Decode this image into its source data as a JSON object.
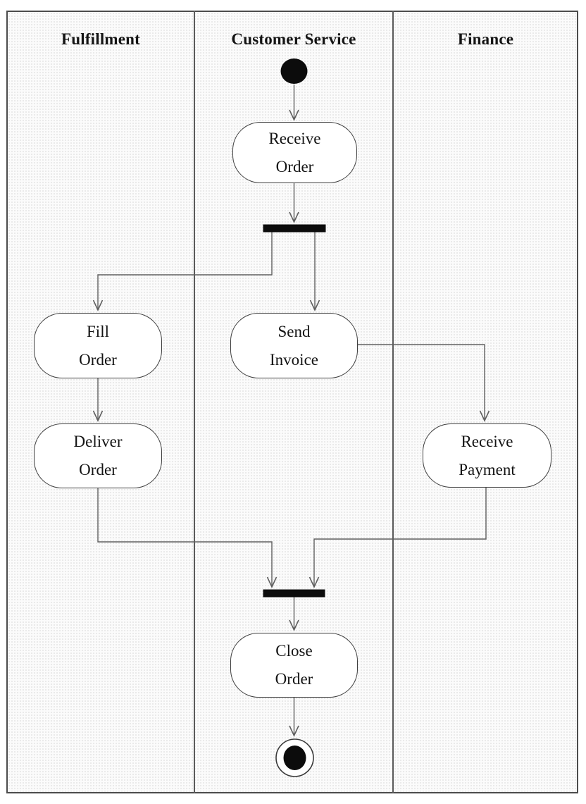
{
  "lanes": [
    {
      "label": "Fulfillment"
    },
    {
      "label": "Customer Service"
    },
    {
      "label": "Finance"
    }
  ],
  "activities": {
    "receive_order": {
      "line1": "Receive",
      "line2": "Order"
    },
    "fill_order": {
      "line1": "Fill",
      "line2": "Order"
    },
    "send_invoice": {
      "line1": "Send",
      "line2": "Invoice"
    },
    "deliver_order": {
      "line1": "Deliver",
      "line2": "Order"
    },
    "receive_payment": {
      "line1": "Receive",
      "line2": "Payment"
    },
    "close_order": {
      "line1": "Close",
      "line2": "Order"
    }
  },
  "icons": {
    "initial_node": "filled-circle",
    "final_node": "bullseye-circle",
    "fork_bar": "solid-horizontal-bar",
    "join_bar": "solid-horizontal-bar"
  },
  "colors": {
    "connector": "#5f5f5f",
    "box_border": "#3f3f3f",
    "box_fill": "#ffffff",
    "bar_fill": "#0c0c0c",
    "node_fill": "#0c0c0c",
    "frame_border": "#4c4c4c",
    "lane_divider": "#5a5a5a",
    "text": "#141414",
    "lane_bg": "#fbfbfb",
    "lane_dot": "#e4e4e4"
  }
}
